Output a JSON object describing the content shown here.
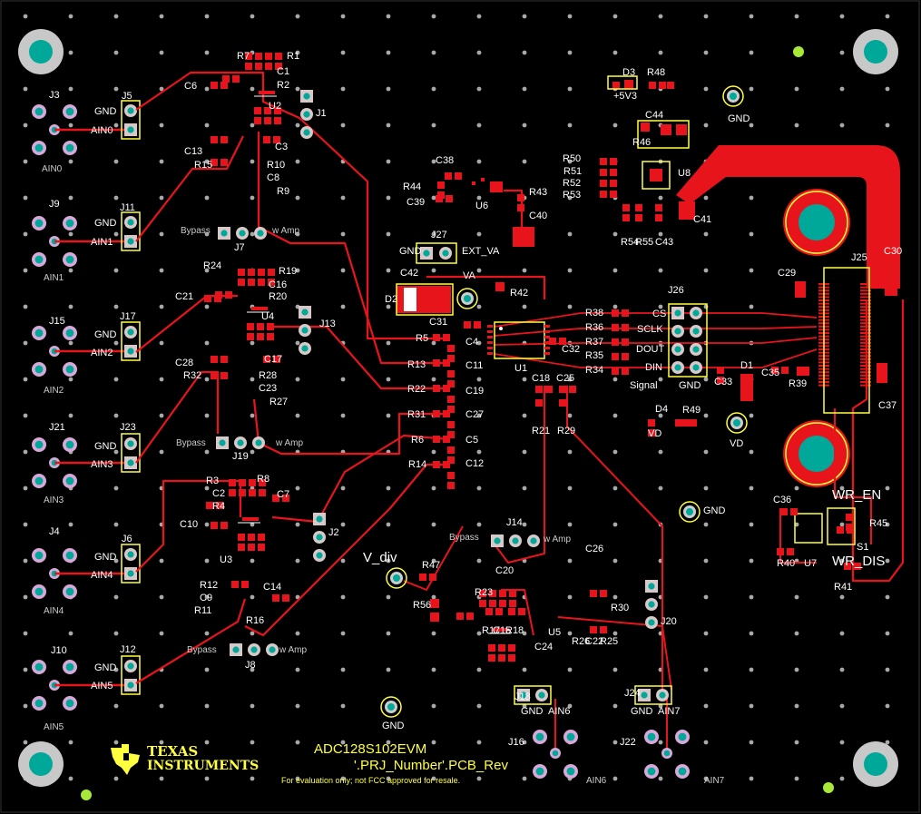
{
  "colors": {
    "board": "#000000",
    "copper": "#e8141c",
    "silk": "#ffff40",
    "silk_text": "#ffffff",
    "via": "#a9a9a9",
    "via_ring": "#00a89a"
  },
  "board": {
    "name": "ADC128S102EVM",
    "project": "'.PRJ_Number'.PCB_Rev",
    "disclaimer": "For evaluation only; not FCC approved for resale.",
    "logo_line1": "TEXAS",
    "logo_line2": "INSTRUMENTS",
    "logo_icon": "texas-state-icon"
  },
  "input_connectors": [
    {
      "ref": "J3",
      "label": "AIN0",
      "header": "J5",
      "pins": [
        "GND",
        "AIN0"
      ]
    },
    {
      "ref": "J9",
      "label": "AIN1",
      "header": "J11",
      "pins": [
        "GND",
        "AIN1"
      ]
    },
    {
      "ref": "J15",
      "label": "AIN2",
      "header": "J17",
      "pins": [
        "GND",
        "AIN2"
      ]
    },
    {
      "ref": "J21",
      "label": "AIN3",
      "header": "J23",
      "pins": [
        "GND",
        "AIN3"
      ]
    },
    {
      "ref": "J4",
      "label": "AIN4",
      "header": "J6",
      "pins": [
        "GND",
        "AIN4"
      ]
    },
    {
      "ref": "J10",
      "label": "AIN5",
      "header": "J12",
      "pins": [
        "GND",
        "AIN5"
      ]
    }
  ],
  "bottom_connectors": [
    {
      "ref": "J16",
      "label": "AIN6",
      "header": "J18",
      "pins": [
        "GND",
        "AIN6"
      ]
    },
    {
      "ref": "J22",
      "label": "AIN7",
      "header": "J24",
      "pins": [
        "GND",
        "AIN7"
      ]
    }
  ],
  "amp_labels": {
    "bypass": "Bypass",
    "w_amp": "w Amp"
  },
  "jumpers": [
    "J1",
    "J7",
    "J13",
    "J19",
    "J2",
    "J8",
    "J14",
    "J20"
  ],
  "refdes": {
    "amp_u2": [
      "R7",
      "R1",
      "C1",
      "R2",
      "C6",
      "U2",
      "C3",
      "C13",
      "R15",
      "R10",
      "C8",
      "R9"
    ],
    "amp_u4": [
      "R24",
      "R19",
      "C16",
      "C21",
      "R20",
      "U4",
      "C17",
      "C28",
      "R32",
      "R28",
      "C23",
      "R27"
    ],
    "amp_u3": [
      "R3",
      "R8",
      "C2",
      "R4",
      "C7",
      "C10",
      "U3",
      "R12",
      "C9",
      "R11",
      "C14",
      "R16"
    ],
    "amp_u5": [
      "C20",
      "R23",
      "C26",
      "R30",
      "C15",
      "R17",
      "R18",
      "U5",
      "C24",
      "R26",
      "C22",
      "R25"
    ],
    "adc": [
      "C31",
      "R5",
      "C4",
      "R13",
      "C11",
      "R22",
      "C19",
      "R31",
      "C27",
      "R6",
      "C5",
      "R14",
      "C12",
      "U1",
      "C32",
      "C18",
      "C25",
      "R21",
      "R29"
    ],
    "signal": [
      "R38",
      "R36",
      "R37",
      "R35",
      "R34",
      "J26",
      "C33",
      "D1",
      "C35",
      "R39",
      "D4",
      "R49",
      "C29",
      "C30",
      "J25",
      "C37"
    ],
    "ref_circuit": [
      "D3",
      "R48",
      "C44",
      "R46",
      "R50",
      "R51",
      "R52",
      "R53",
      "U8",
      "R54",
      "R55",
      "C43",
      "C41"
    ],
    "supply": [
      "C38",
      "R44",
      "C39",
      "U6",
      "R43",
      "C40",
      "J27",
      "C42",
      "D2",
      "R42"
    ],
    "write_protect": [
      "C36",
      "R45",
      "S1",
      "R40",
      "U7",
      "R41"
    ],
    "vdiv": [
      "R47",
      "R56"
    ]
  },
  "signal_labels": [
    "CS",
    "SCLK",
    "DOUT",
    "DIN"
  ],
  "signal_header_title": "Signal",
  "signal_header_gnd": "GND",
  "labels": {
    "gnd": "GND",
    "plus5v3": "+5V3",
    "ext_va": "EXT_VA",
    "va": "VA",
    "vd": "VD",
    "v_div": "V_div",
    "wr_en": "WR_EN",
    "wr_dis": "WR_DIS"
  }
}
